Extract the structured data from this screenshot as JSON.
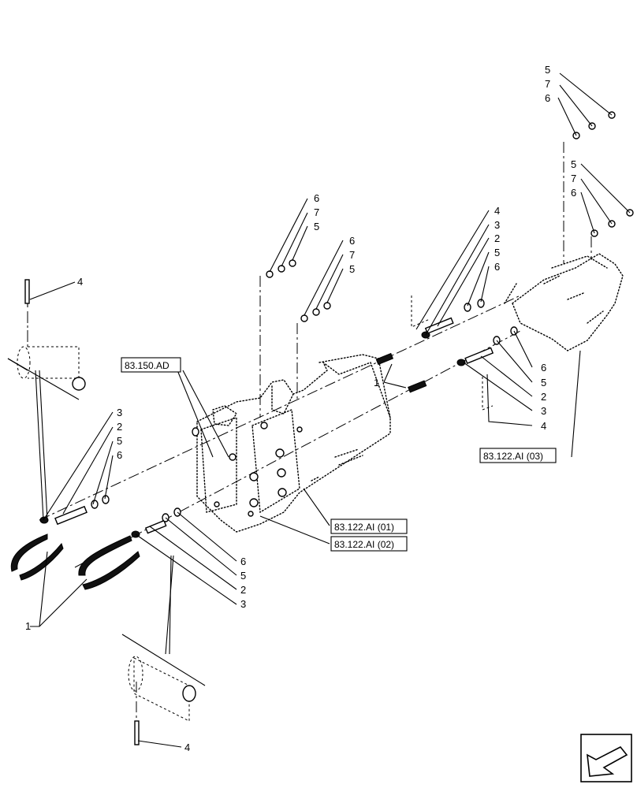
{
  "callouts": {
    "c4_topleft": "4",
    "c3_left": "3",
    "c2_left": "2",
    "c5_left": "5",
    "c6_left": "6",
    "c1_left": "1",
    "c6_lower": "6",
    "c5_lower": "5",
    "c2_lower": "2",
    "c3_lower": "3",
    "c4_bottom": "4",
    "c6_mid1": "6",
    "c7_mid1": "7",
    "c5_mid1": "5",
    "c6_mid2": "6",
    "c7_mid2": "7",
    "c5_mid2": "5",
    "c4_right": "4",
    "c3_right": "3",
    "c2_right": "2",
    "c5_right": "5",
    "c6_right": "6",
    "c1_mid": "1",
    "c6_r2": "6",
    "c5_r2": "5",
    "c2_r2": "2",
    "c3_r2": "3",
    "c4_r2": "4",
    "c5_top": "5",
    "c7_top": "7",
    "c6_top": "6",
    "c5_top2": "5",
    "c7_top2": "7",
    "c6_top2": "6"
  },
  "references": {
    "ref_150": "83.150.AD",
    "ref_01": "83.122.AI (01)",
    "ref_02": "83.122.AI (02)",
    "ref_03": "83.122.AI (03)"
  },
  "nav_icon": "arrow-back-icon"
}
